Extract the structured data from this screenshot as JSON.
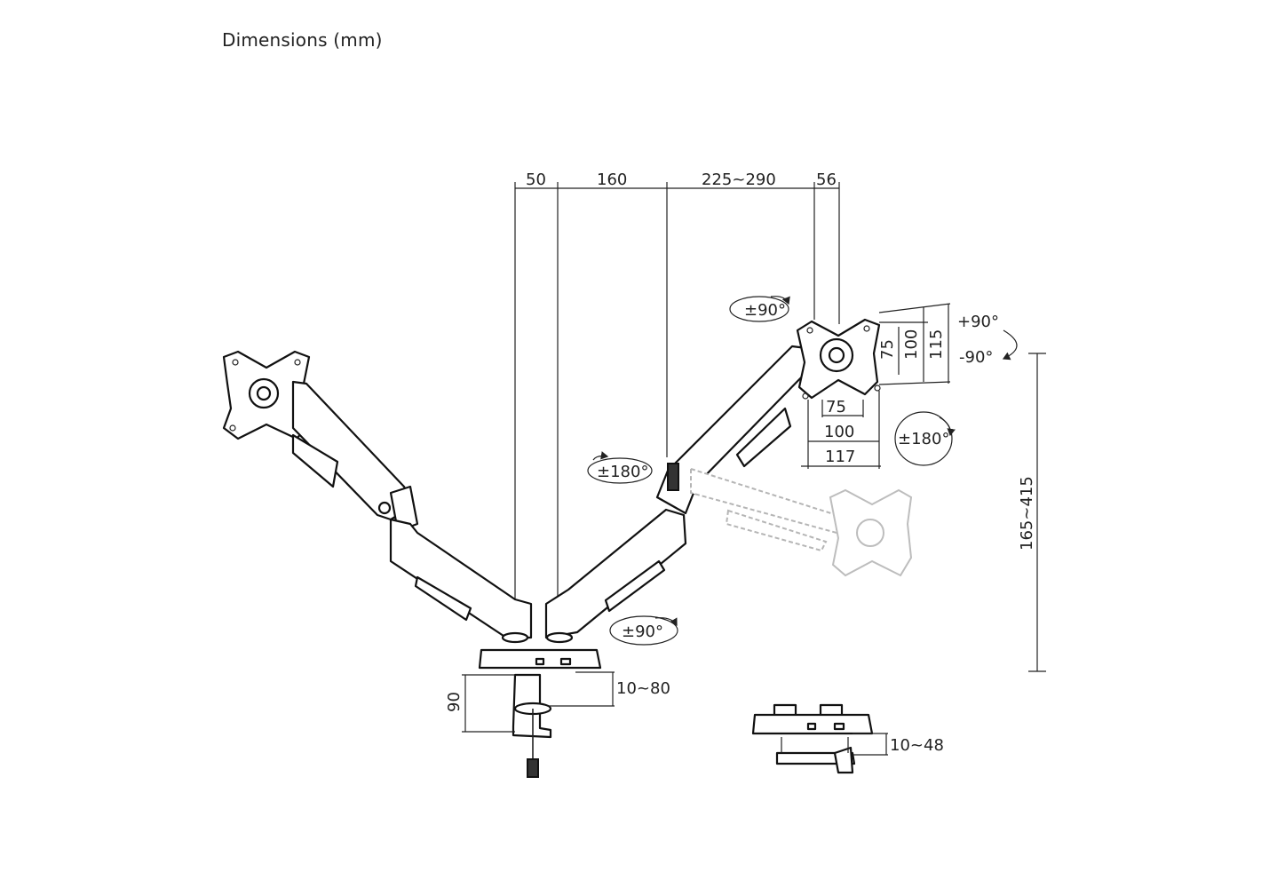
{
  "page": {
    "title": "Dimensions (mm)"
  },
  "dimensions": {
    "top": {
      "d1": "50",
      "d2": "160",
      "d3": "225~290",
      "d4": "56"
    },
    "vesa": {
      "h75": "75",
      "h100": "100",
      "h117": "117",
      "v75": "75",
      "v100": "100",
      "v115": "115"
    },
    "height": "165~415",
    "clamp_depth": "90",
    "clamp_range": "10~80",
    "grommet_range": "10~48"
  },
  "rotations": {
    "tilt_plus": "+90°",
    "tilt_minus": "-90°",
    "swivel_head": "±90°",
    "rotate_head": "±180°",
    "elbow": "±180°",
    "base_swivel": "±90°"
  }
}
